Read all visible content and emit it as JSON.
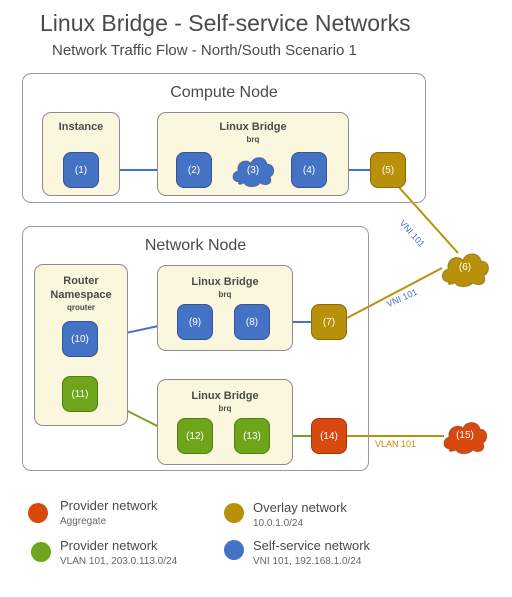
{
  "header": {
    "title": "Linux Bridge - Self-service Networks",
    "subtitle": "Network Traffic Flow - North/South Scenario 1"
  },
  "compute_node": {
    "label": "Compute Node",
    "instance_label": "Instance",
    "bridge_label": "Linux Bridge",
    "bridge_sub": "brq"
  },
  "network_node": {
    "label": "Network Node",
    "router_label_1": "Router",
    "router_label_2": "Namespace",
    "router_sub": "qrouter",
    "bridge1_label": "Linux Bridge",
    "bridge1_sub": "brq",
    "bridge2_label": "Linux Bridge",
    "bridge2_sub": "brq"
  },
  "nodes": {
    "n1": "(1)",
    "n2": "(2)",
    "n3": "(3)",
    "n4": "(4)",
    "n5": "(5)",
    "n6": "(6)",
    "n7": "(7)",
    "n8": "(8)",
    "n9": "(9)",
    "n10": "(10)",
    "n11": "(11)",
    "n12": "(12)",
    "n13": "(13)",
    "n14": "(14)",
    "n15": "(15)"
  },
  "links": {
    "vni_top": "VNI 101",
    "vni_bottom": "VNI 101",
    "vlan": "VLAN 101"
  },
  "legend": {
    "provider_aggregate_name": "Provider network",
    "provider_aggregate_desc": "Aggregate",
    "overlay_name": "Overlay network",
    "overlay_desc": "10.0.1.0/24",
    "provider_vlan_name": "Provider network",
    "provider_vlan_desc": "VLAN 101, 203.0.113.0/24",
    "selfservice_name": "Self-service network",
    "selfservice_desc": "VNI 101, 192.168.1.0/24"
  },
  "colors": {
    "selfservice": "#4472c4",
    "overlay": "#b8900a",
    "provider_vlan": "#6fa51b",
    "provider_aggregate": "#d9480f"
  }
}
